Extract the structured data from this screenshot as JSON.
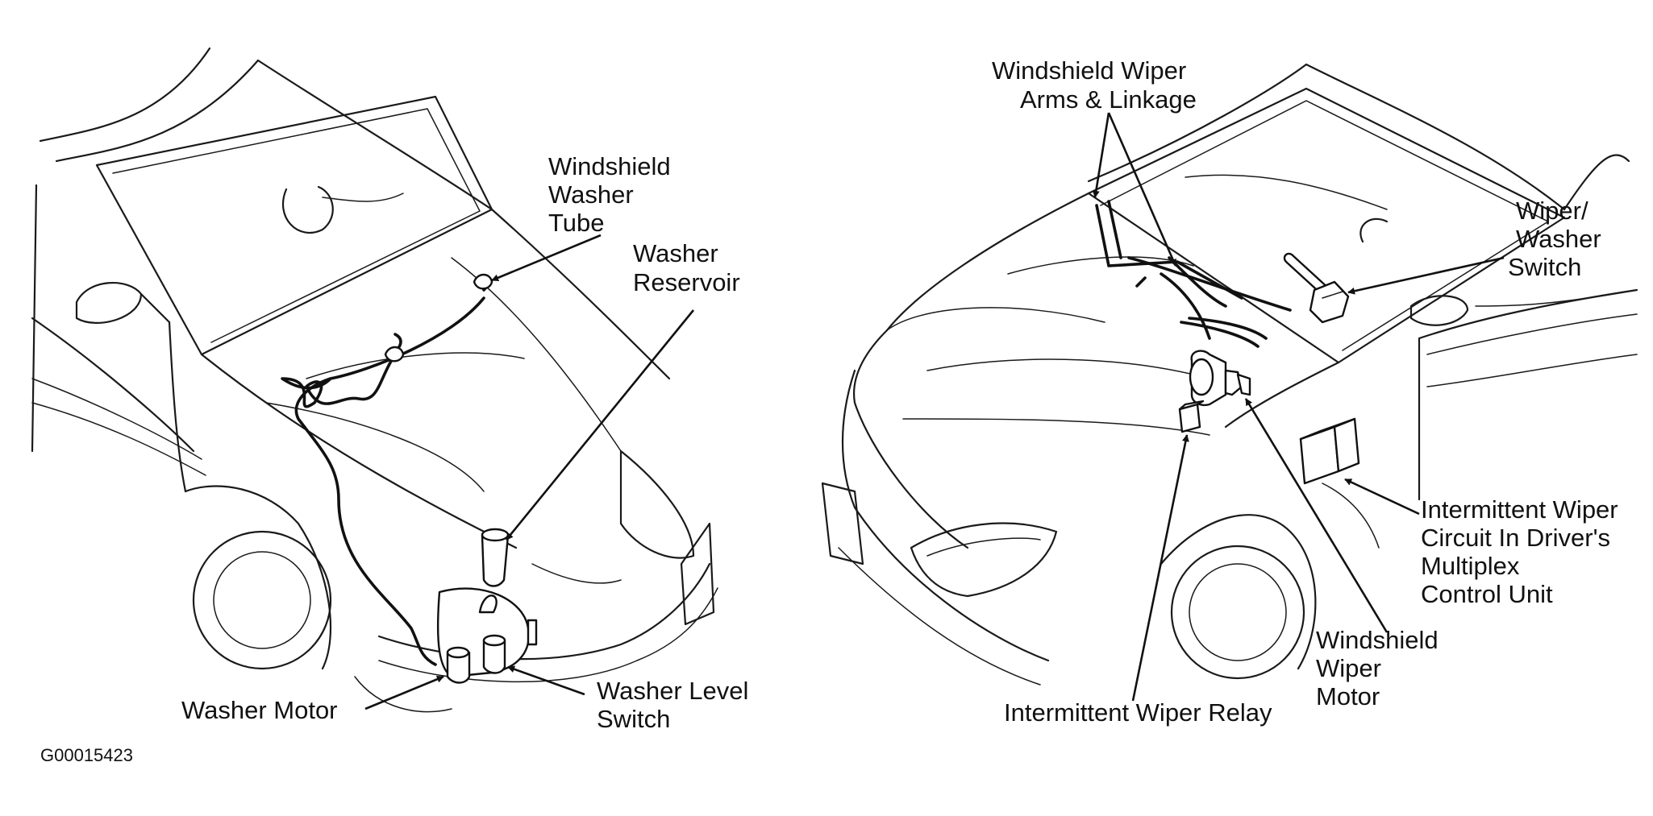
{
  "diagram_id": "G00015423",
  "callouts": {
    "washer_tube": [
      "Windshield",
      "Washer",
      "Tube"
    ],
    "washer_reservoir": [
      "Washer",
      "Reservoir"
    ],
    "washer_motor": [
      "Washer Motor"
    ],
    "washer_level_switch": [
      "Washer Level",
      "Switch"
    ],
    "wiper_arms": [
      "Windshield Wiper",
      "Arms & Linkage"
    ],
    "wiper_washer_switch": [
      "Wiper/",
      "Washer",
      "Switch"
    ],
    "intermittent_circuit": [
      "Intermittent Wiper",
      "Circuit In Driver's",
      "Multiplex",
      "Control Unit"
    ],
    "wiper_motor": [
      "Windshield",
      "Wiper",
      "Motor"
    ],
    "wiper_relay": [
      "Intermittent Wiper Relay"
    ]
  }
}
